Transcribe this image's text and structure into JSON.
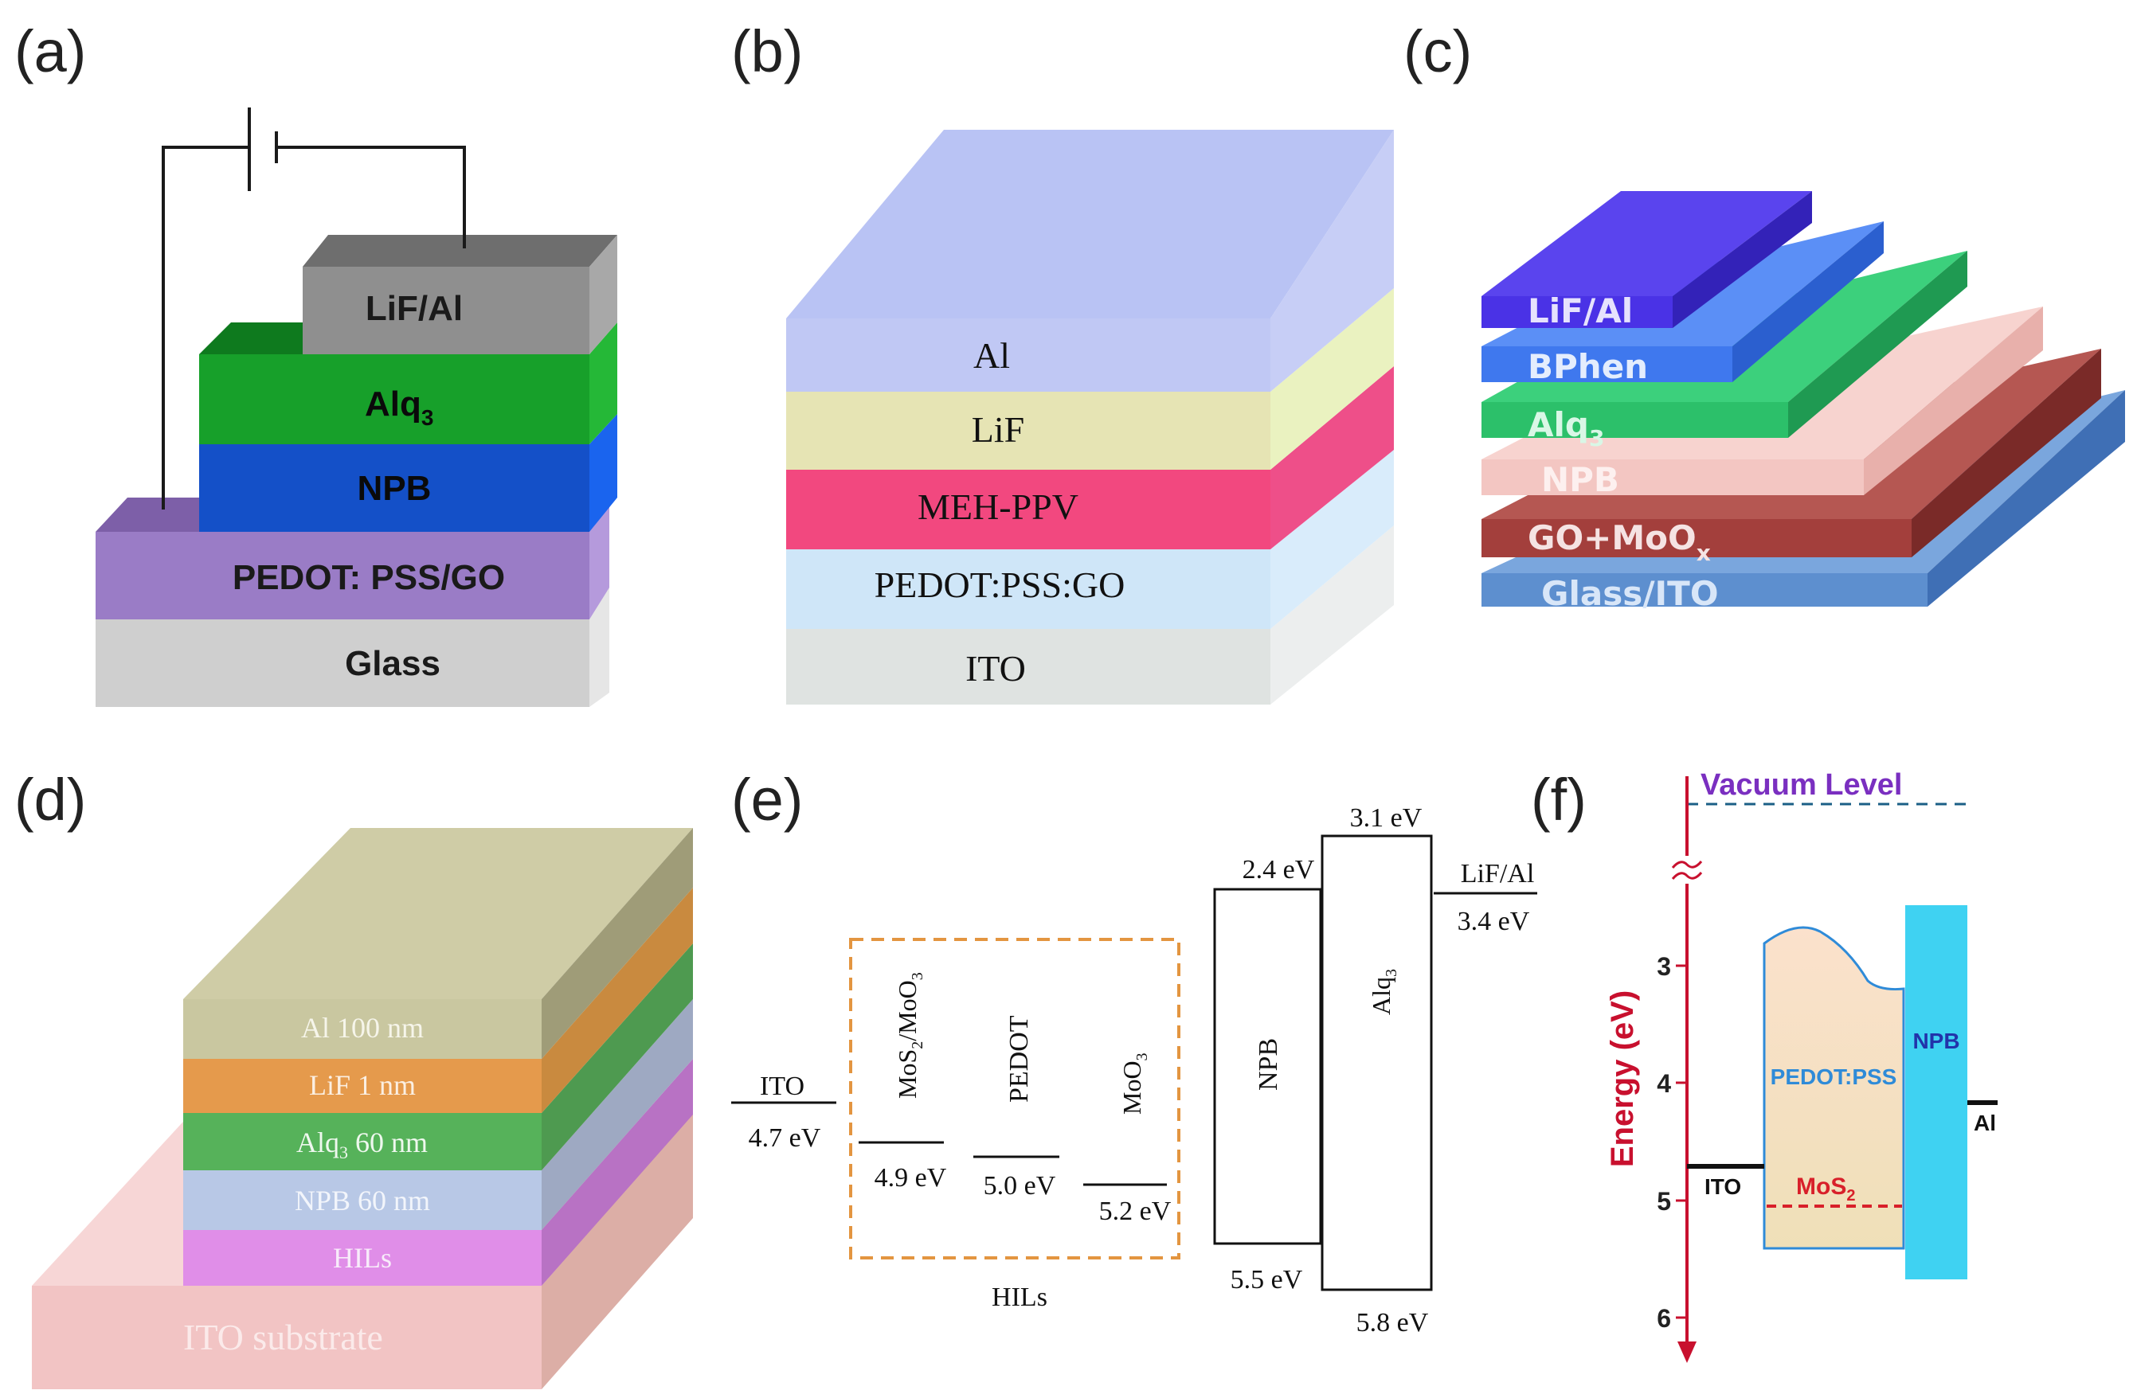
{
  "panels": {
    "a": {
      "label": "(a)",
      "layers": [
        "LiF/Al",
        "Alq",
        "NPB",
        "PEDOT: PSS/GO",
        "Glass"
      ],
      "alq_sub": "3",
      "colors": {
        "lifal": "#8f8f8f",
        "alq": "#17a02a",
        "npb": "#1450c8",
        "pedot": "#9a7cc6",
        "glass": "#cfcfcf"
      }
    },
    "b": {
      "label": "(b)",
      "layers": [
        "Al",
        "LiF",
        "MEH-PPV",
        "PEDOT:PSS:GO",
        "ITO"
      ],
      "colors": {
        "al": "#c0c8f4",
        "lif": "#e6e4b4",
        "meh": "#f2487f",
        "pedot": "#cfe6f8",
        "ito": "#dfe3e1"
      }
    },
    "c": {
      "label": "(c)",
      "layers": [
        "LiF/Al",
        "BPhen",
        "Alq",
        "NPB",
        "GO+MoO",
        "Glass/ITO"
      ],
      "alq_sub": "3",
      "moo_sub": "x",
      "colors": {
        "lifal": "#4a32e6",
        "bphen": "#3f78ee",
        "alq": "#2cc06a",
        "npb": "#f3c6c2",
        "gomoo": "#a33f3c",
        "glass": "#5d8fcf"
      }
    },
    "d": {
      "label": "(d)",
      "layers": [
        "Al 100 nm",
        "LiF 1 nm",
        "Alq",
        " 60 nm",
        "NPB 60 nm",
        "HILs",
        "ITO substrate"
      ],
      "alq_sub": "3",
      "colors": {
        "al": "#c9c7a0",
        "lif": "#e59a4c",
        "alq": "#56b25a",
        "npb": "#b8c8e6",
        "hils": "#e08ee8",
        "ito": "#f2c4c4"
      }
    },
    "e": {
      "label": "(e)",
      "ito_label": "ITO",
      "ito_value": "4.7 eV",
      "hil_materials": [
        "MoS",
        "/MoO",
        "PEDOT",
        "MoO"
      ],
      "hil_sub_2": "2",
      "hil_sub_3": "3",
      "hil_values": [
        "4.9 eV",
        "5.0 eV",
        "5.2 eV"
      ],
      "hils_label": "HILs",
      "npb_label": "NPB",
      "npb_lumo": "2.4 eV",
      "npb_homo": "5.5 eV",
      "alq_label": "Alq",
      "alq_sub": "3",
      "alq_lumo": "3.1 eV",
      "alq_homo": "5.8 eV",
      "cathode_label": "LiF/Al",
      "cathode_value": "3.4 eV"
    },
    "f": {
      "label": "(f)",
      "vacuum_label": "Vacuum Level",
      "axis_title": "Energy (eV)",
      "ticks": [
        "3",
        "4",
        "5",
        "6"
      ],
      "ito_label": "ITO",
      "pedot_label": "PEDOT:PSS",
      "mos_label": "MoS",
      "mos_sub": "2",
      "npb_label": "NPB",
      "al_label": "Al",
      "colors": {
        "axis": "#c8102e",
        "vacuum": "#7a2fc0",
        "npb": "#3fd2f2",
        "pedot_top": "#fbe1cc",
        "pedot_bottom": "#efe0b8",
        "mos": "#d8202a",
        "pedot_text": "#2f8bd8",
        "npb_text": "#2233aa"
      }
    }
  }
}
